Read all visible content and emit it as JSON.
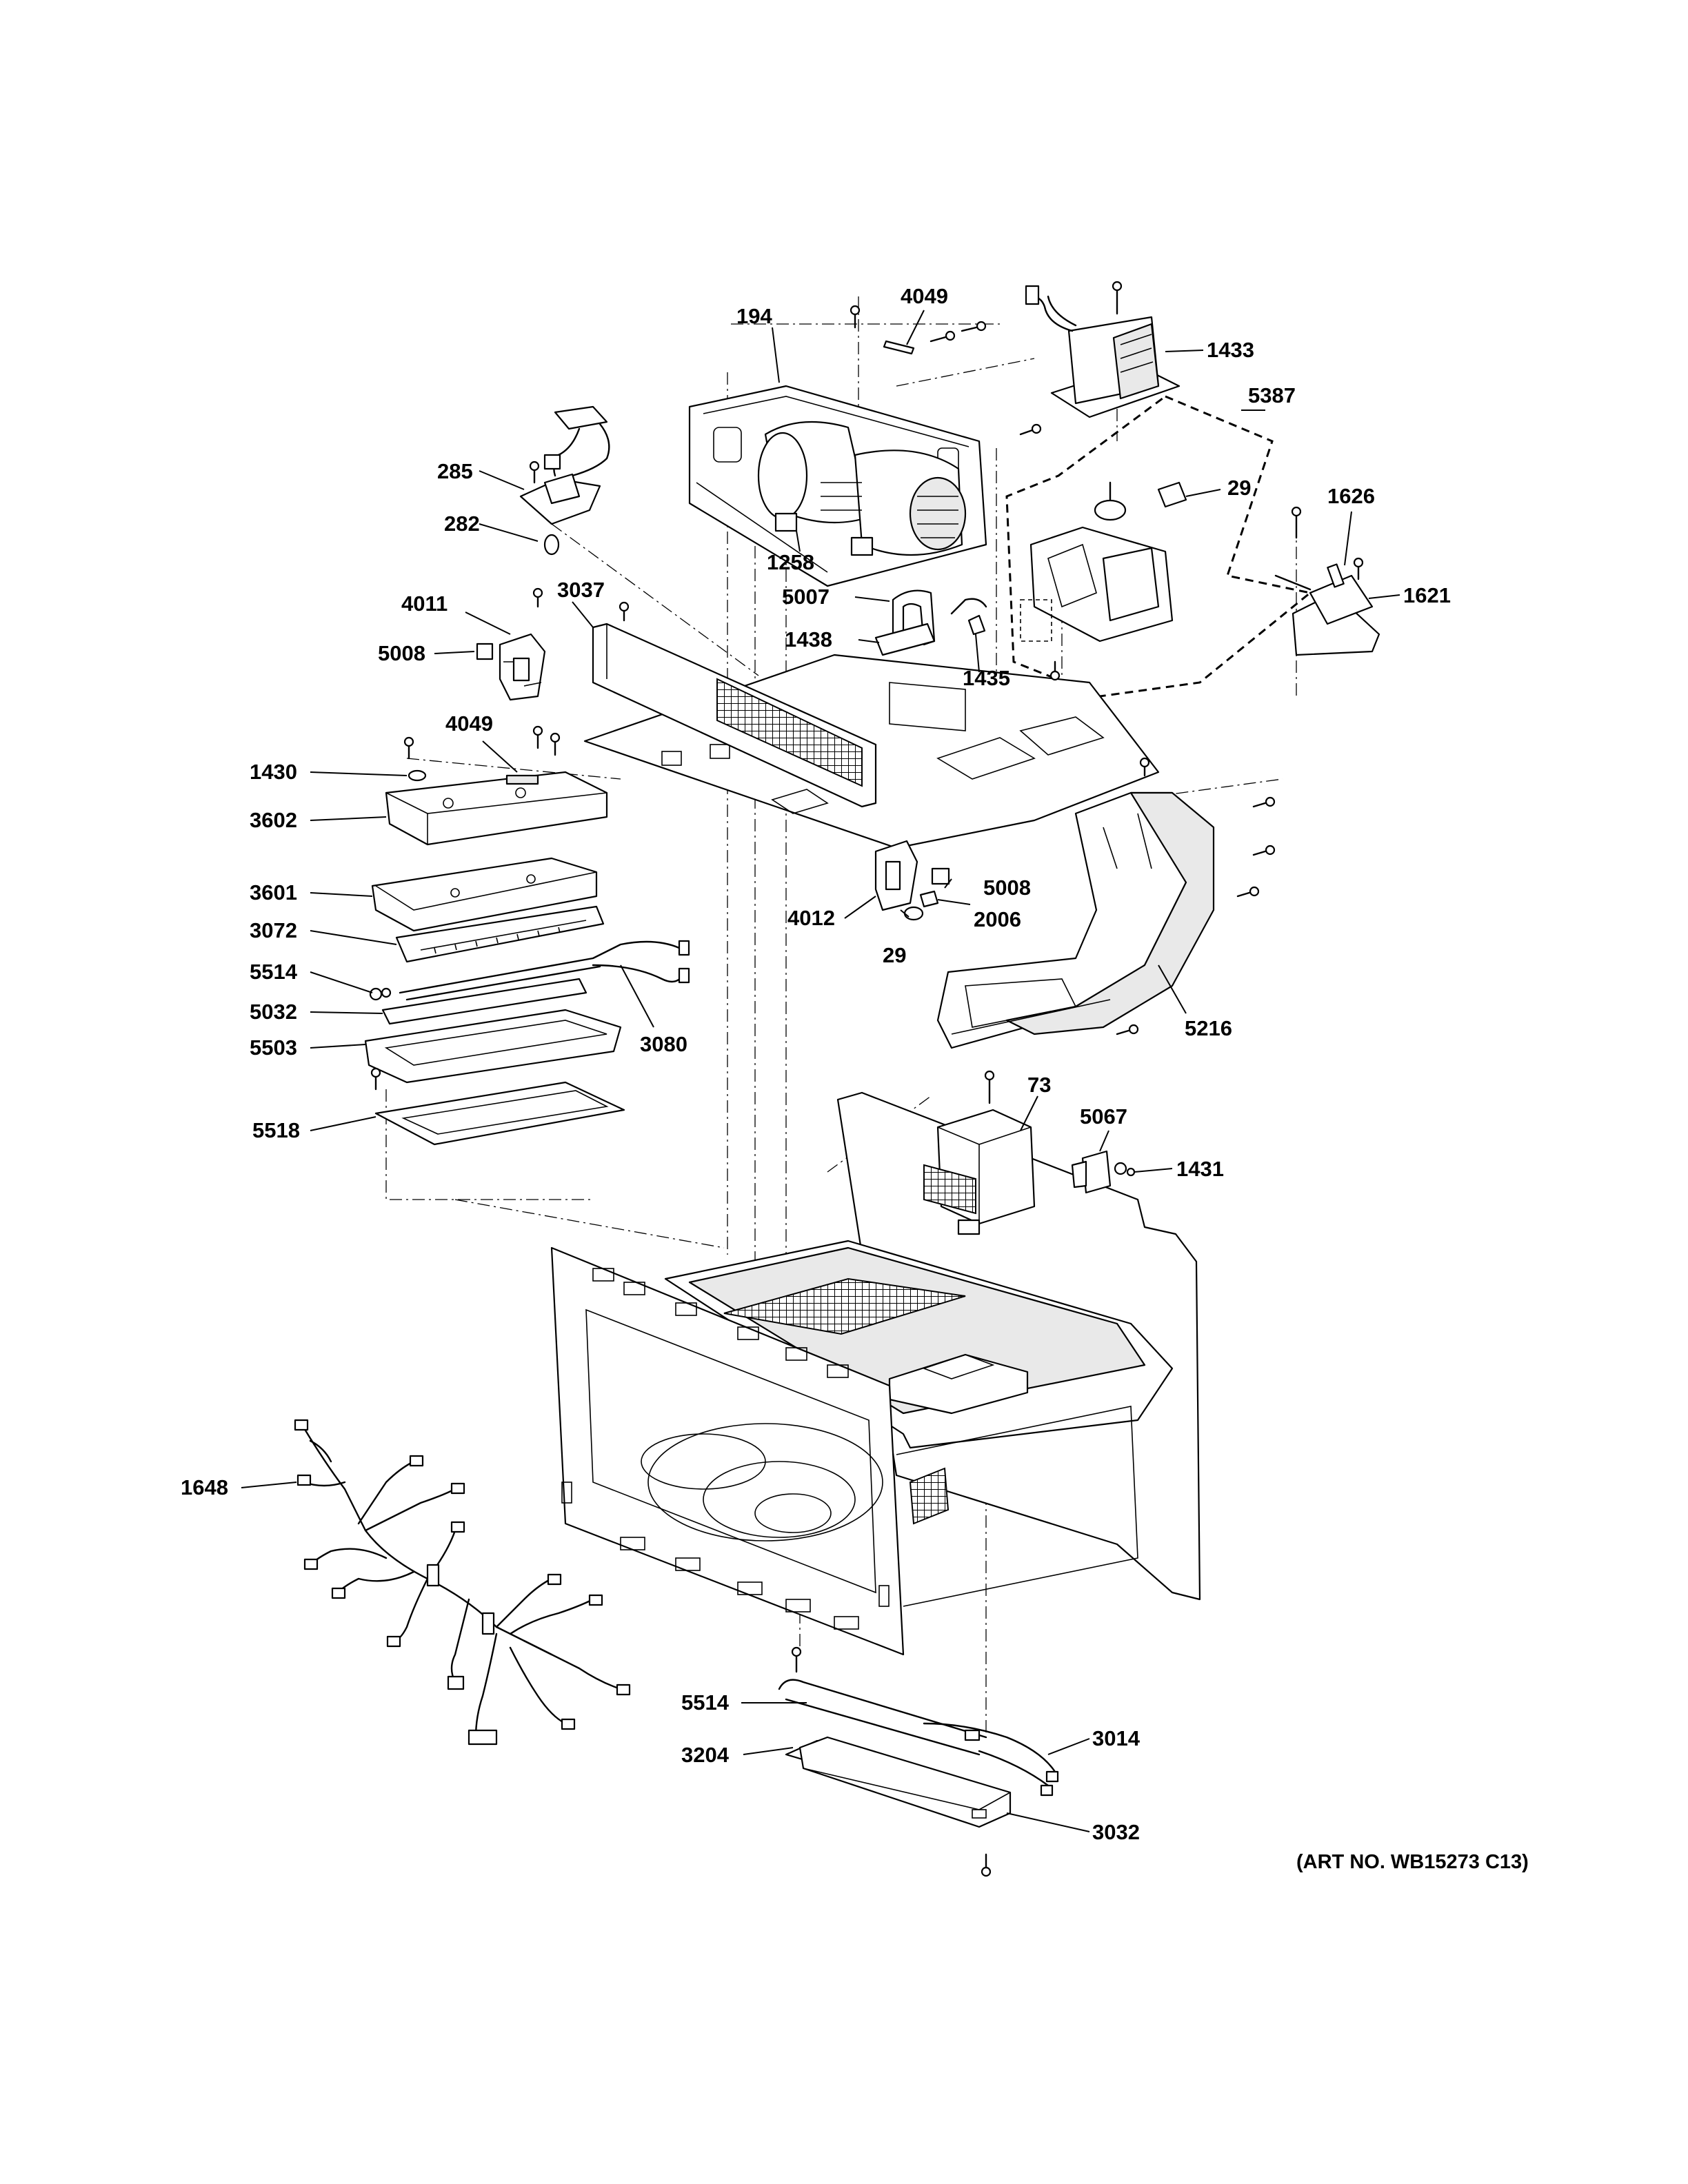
{
  "art_number": "(ART NO. WB15273 C13)",
  "labels": {
    "l194": "194",
    "l4049_top": "4049",
    "l1433": "1433",
    "l5387": "5387",
    "l29_top": "29",
    "l1626": "1626",
    "l1621": "1621",
    "l285": "285",
    "l282": "282",
    "l1258": "1258",
    "l5007": "5007",
    "l1438": "1438",
    "l1435": "1435",
    "l4011": "4011",
    "l3037": "3037",
    "l5008_left": "5008",
    "l4049_mid": "4049",
    "l1430": "1430",
    "l3602": "3602",
    "l3601": "3601",
    "l3072": "3072",
    "l5514_left": "5514",
    "l5032": "5032",
    "l5503": "5503",
    "l3080": "3080",
    "l5518": "5518",
    "l5008_right": "5008",
    "l4012": "4012",
    "l2006": "2006",
    "l29_mid": "29",
    "l5216": "5216",
    "l73": "73",
    "l5067": "5067",
    "l1431": "1431",
    "l1648": "1648",
    "l5514_bottom": "5514",
    "l3014": "3014",
    "l3204": "3204",
    "l3032": "3032"
  }
}
